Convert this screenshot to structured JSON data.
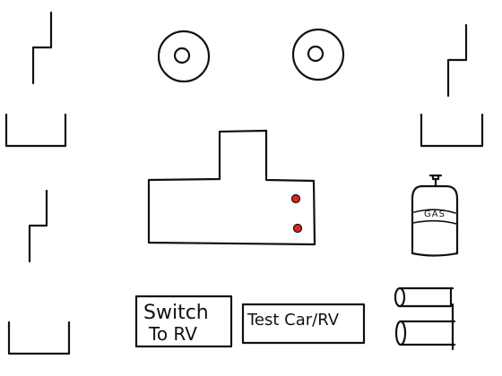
{
  "buttons": {
    "switch_line1": "Switch",
    "switch_line2": "To RV",
    "test_label": "Test Car/RV"
  },
  "tank": {
    "label": "GAS"
  },
  "colors": {
    "ink": "#111111",
    "indicator": "#e02424",
    "background": "#ffffff"
  },
  "icons": {
    "wheel": "wheel-icon",
    "tank": "gas-tank-icon",
    "pipes": "pipe-icon",
    "indicator": "indicator-light-icon"
  }
}
